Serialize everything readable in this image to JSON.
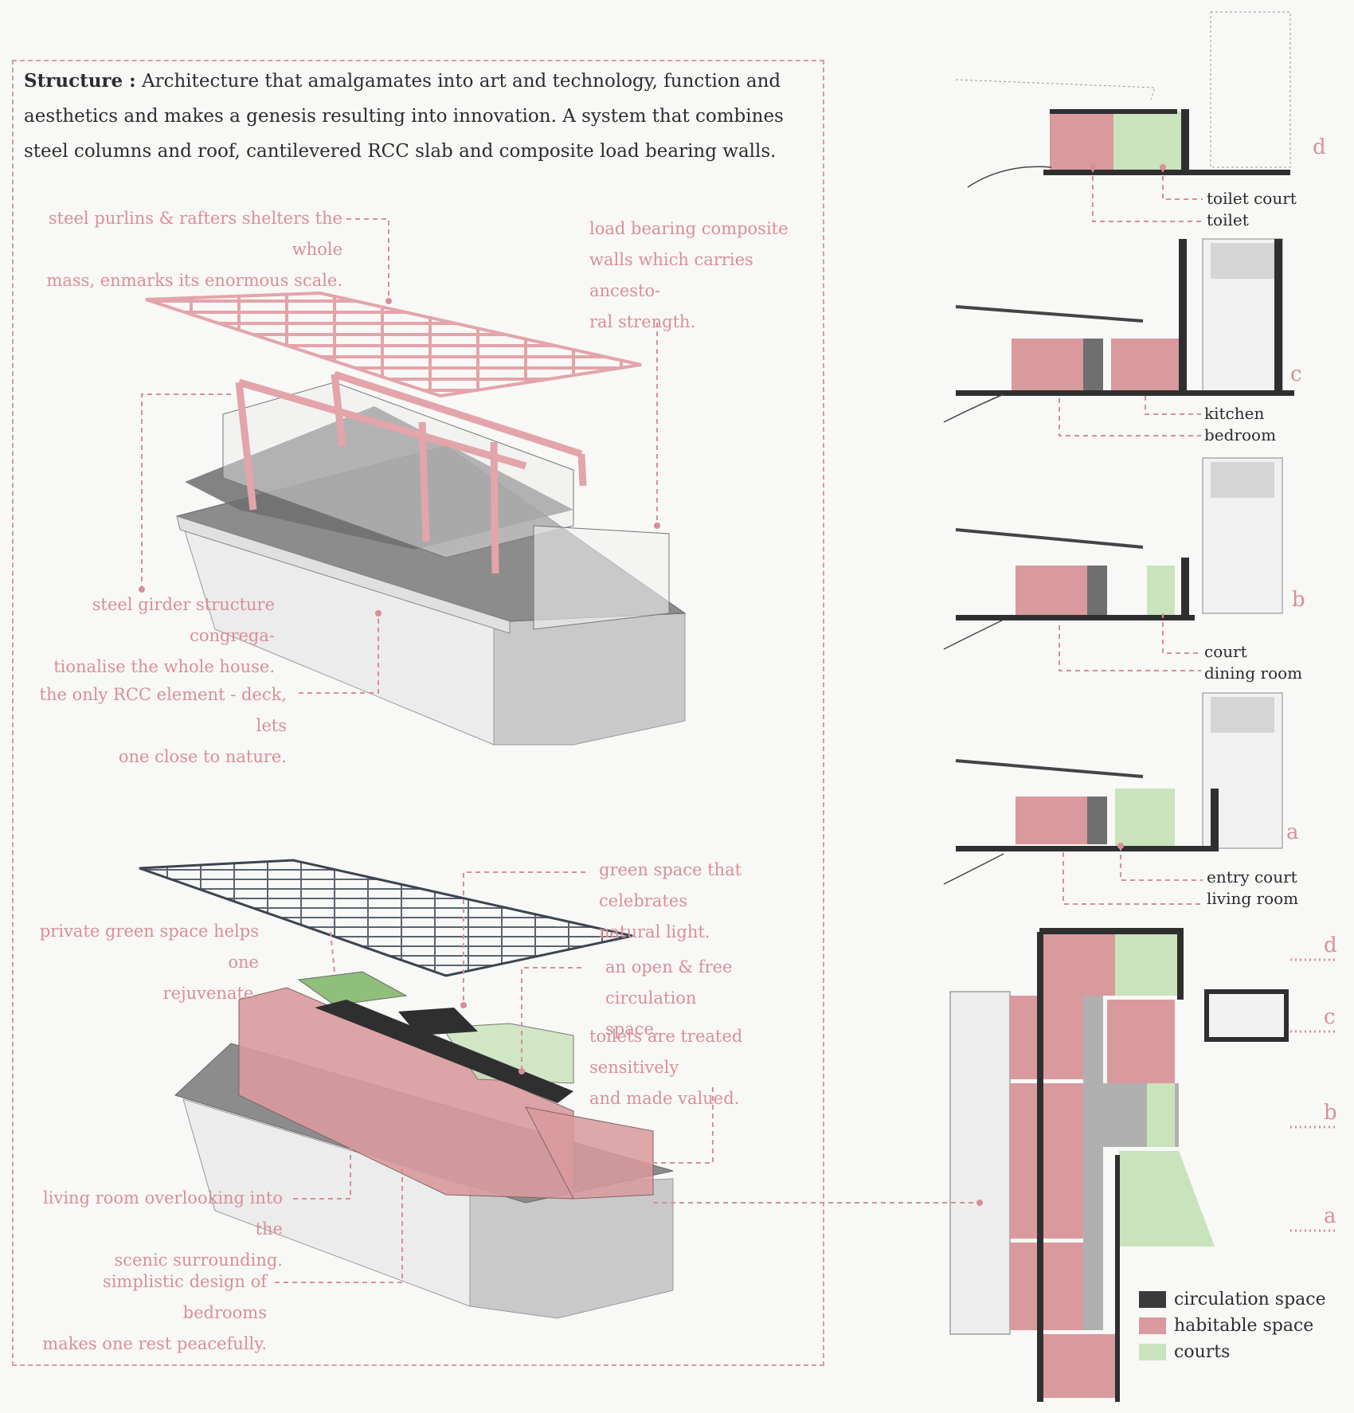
{
  "intro": {
    "heading": "Structure :",
    "text": "Architecture that amalgamates into art and technology, function and aesthetics and makes a genesis resulting into innovation. A system that combines steel columns and roof,  cantilevered RCC slab and composite load bearing walls."
  },
  "annotations_top": {
    "purlins": [
      "steel purlins & rafters shelters the whole",
      "mass, enmarks its enormous scale."
    ],
    "walls": [
      "load bearing composite",
      "walls which carries ancesto-",
      "ral strength."
    ],
    "girder": [
      "steel girder structure congrega-",
      "tionalise the whole house."
    ],
    "deck": [
      "the only RCC element - deck, lets",
      "one close to nature."
    ]
  },
  "annotations_bottom": {
    "green": [
      "green space that celebrates",
      "natural light."
    ],
    "private": [
      "private green space helps one",
      "rejuvenate."
    ],
    "circulation": [
      "an open & free circulation",
      "space."
    ],
    "toilets": [
      "toilets are treated sensitively",
      "and made valued."
    ],
    "living": [
      "living room overlooking into the",
      "scenic surrounding."
    ],
    "bedrooms": [
      "simplistic design of bedrooms",
      "makes one rest peacefully."
    ]
  },
  "sections": {
    "d": {
      "letter": "d",
      "labels": [
        "toilet court",
        "toilet"
      ]
    },
    "c": {
      "letter": "c",
      "labels": [
        "kitchen",
        "bedroom"
      ]
    },
    "b": {
      "letter": "b",
      "labels": [
        "court",
        "dining room"
      ]
    },
    "a": {
      "letter": "a",
      "labels": [
        "entry court",
        "living room"
      ]
    }
  },
  "plan_markers": [
    "d",
    "c",
    "b",
    "a"
  ],
  "legend": [
    {
      "label": "circulation space",
      "color": "#3a3a3c"
    },
    {
      "label": "habitable space",
      "color": "#d99a9e"
    },
    {
      "label": "courts",
      "color": "#c9e3bc"
    }
  ],
  "colors": {
    "accent": "#d98f98",
    "habitable": "#d99a9e",
    "court": "#c9e3bc",
    "dark": "#3a3a3c"
  }
}
